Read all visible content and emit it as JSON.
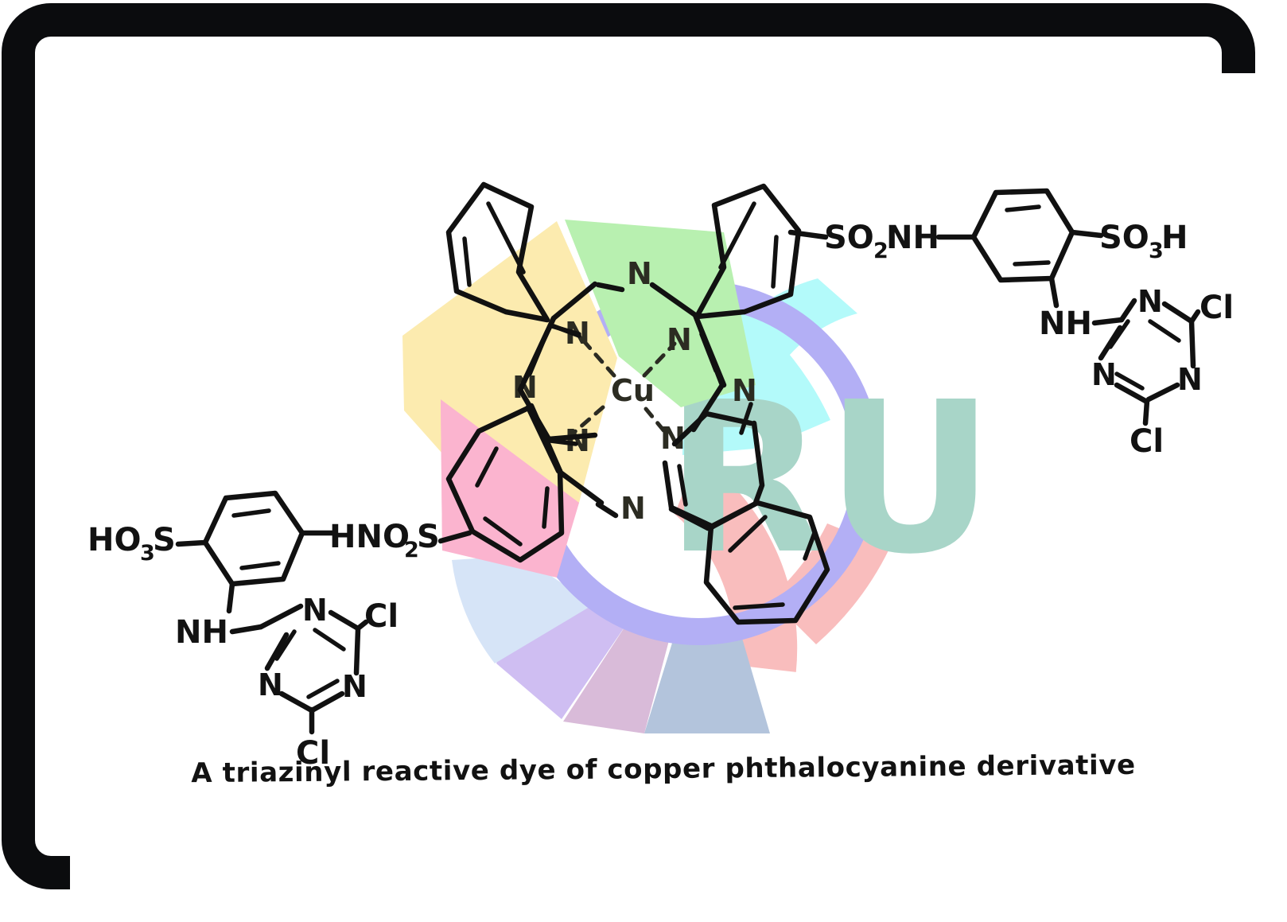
{
  "figure": {
    "caption": "A triazinyl reactive dye of copper phthalocyanine derivative",
    "frame_color": "#0b0c0e",
    "background_color": "#ffffff",
    "ink_color": "#111111"
  },
  "watermark": {
    "text": "RU",
    "text_color": "#a8d5c8",
    "ring_color": "#b3aff5",
    "wedges": [
      {
        "name": "wedge-cyan",
        "color": "#b3fafa"
      },
      {
        "name": "wedge-salmon",
        "color": "#f9bdbd"
      },
      {
        "name": "wedge-steelblue",
        "color": "#b3c4dc"
      },
      {
        "name": "wedge-mauve",
        "color": "#d9bbd9"
      },
      {
        "name": "wedge-lavender",
        "color": "#cfbef2"
      },
      {
        "name": "wedge-lightblue",
        "color": "#d6e4f7"
      },
      {
        "name": "wedge-pink",
        "color": "#fbb4cf"
      },
      {
        "name": "wedge-yellow",
        "color": "#fceba f"
      },
      {
        "name": "wedge-green",
        "color": "#b8f0b0"
      }
    ]
  },
  "highlights": {
    "yellow": "#fcebaf",
    "green": "#b8f0b0",
    "pink": "#fbb4cf",
    "cyan": "#b3fafa",
    "lightblue": "#d6e4f7",
    "lavender": "#cfbef2",
    "mauve": "#d9bbd9",
    "steelblue": "#b3c4dc",
    "salmon": "#f9bdbd"
  },
  "chart_data": {
    "type": "diagram",
    "title": "A triazinyl reactive dye of copper phthalocyanine derivative",
    "subtitle": "",
    "molecule": "Copper phthalocyanine tetrasulfonamide bearing two dichlorotriazinyl reactive groups",
    "core": {
      "name": "copper-phthalocyanine-core",
      "metal_label": "Cu",
      "coordinating_nitrogen_count": 4,
      "bridging_nitrogen_count": 4,
      "isoindole_units": 4,
      "benzo_rings": 4
    },
    "atom_labels": [
      "Cu",
      "N",
      "N",
      "N",
      "N",
      "N",
      "N",
      "N",
      "N"
    ],
    "substituent_labels": [
      "SO2NH",
      "SO3H",
      "NH",
      "Cl",
      "Cl",
      "HO3S",
      "HNO2S",
      "NH",
      "Cl",
      "Cl"
    ],
    "substituents": [
      {
        "name": "upper-right-arm",
        "position": "top-right",
        "linker": "SO2NH",
        "aryl": "benzene",
        "aryl_substituents": [
          "SO3H",
          "NH"
        ],
        "terminal_group": "1,3,5-triazine",
        "triazine_nitrogens": [
          "N",
          "N",
          "N"
        ],
        "triazine_substituents": [
          "Cl",
          "Cl"
        ]
      },
      {
        "name": "lower-left-arm",
        "position": "bottom-left",
        "linker": "HNO2S",
        "aryl": "benzene",
        "aryl_substituents": [
          "HO3S",
          "NH"
        ],
        "terminal_group": "1,3,5-triazine",
        "triazine_nitrogens": [
          "N",
          "N",
          "N"
        ],
        "triazine_substituents": [
          "Cl",
          "Cl"
        ]
      }
    ]
  },
  "labels": {
    "cu": "Cu",
    "n": "N",
    "cl": "Cl",
    "nh": "NH",
    "so2nh": "SO",
    "so2nh_sub": "2",
    "so2nh_tail": "NH",
    "so3h": "SO",
    "so3h_sub": "3",
    "so3h_tail": "H",
    "ho3s_head": "HO",
    "ho3s_sub": "3",
    "ho3s_tail": "S",
    "hno2s_head": "HNO",
    "hno2s_sub": "2",
    "hno2s_tail": "S"
  }
}
